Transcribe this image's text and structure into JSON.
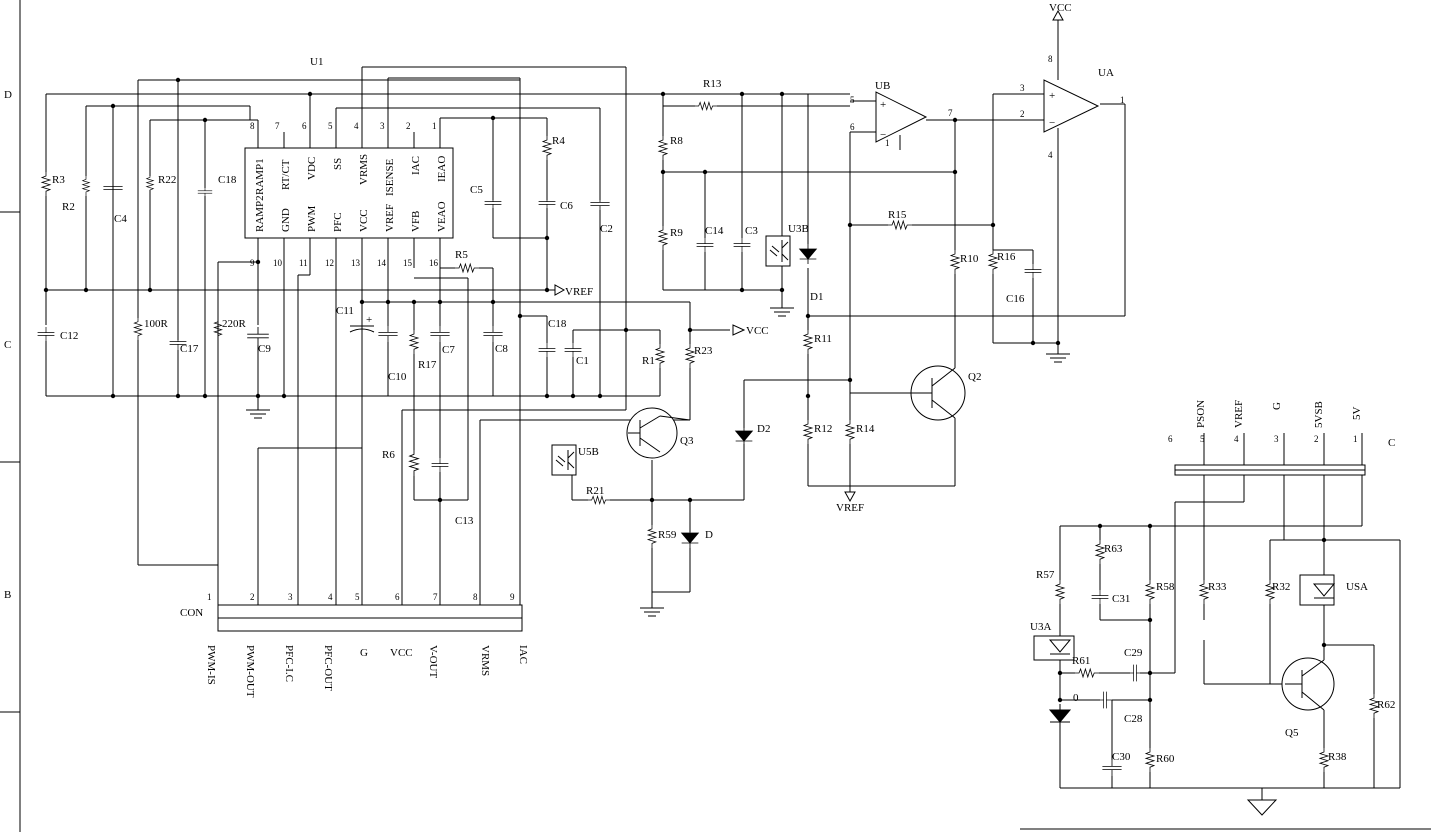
{
  "frame": {
    "zones": [
      "D",
      "C",
      "B"
    ]
  },
  "u1": {
    "ref": "U1",
    "top_pins": [
      "8",
      "7",
      "6",
      "5",
      "4",
      "3",
      "2",
      "1"
    ],
    "top_names": [
      "RAMP2",
      "RAMP1",
      "RT/CT",
      "VDC",
      "SS",
      "VRMS",
      "ISENSE",
      "IAC",
      "IEAO"
    ],
    "bottom_names": [
      "RAMP2",
      "GND",
      "PWM",
      "PFC",
      "VCC",
      "VREF",
      "VFB",
      "VEAO"
    ],
    "bottom_pins": [
      "9",
      "10",
      "11",
      "12",
      "13",
      "14",
      "15",
      "16"
    ]
  },
  "ub": {
    "ref": "UB",
    "pins": [
      "5",
      "6",
      "7",
      "1"
    ]
  },
  "ua": {
    "ref": "UA",
    "pins": [
      "3",
      "2",
      "8",
      "4",
      "1"
    ]
  },
  "resistors": {
    "r3": "R3",
    "r2": "R2",
    "r22": "R22",
    "r100": "100R",
    "r220": "220R",
    "r4": "R4",
    "r5": "R5",
    "r6": "R6",
    "r17": "R17",
    "r13": "R13",
    "r8": "R8",
    "r9": "R9",
    "r15": "R15",
    "r10": "R10",
    "r16": "R16",
    "r11": "R11",
    "r12": "R12",
    "r14": "R14",
    "r1": "R1",
    "r23": "R23",
    "r21": "R21",
    "r59": "R59",
    "r57": "R57",
    "r63": "R63",
    "r58": "R58",
    "r33": "R33",
    "r32": "R32",
    "r61": "R61",
    "r60": "R60",
    "r62": "R62",
    "r38": "R38"
  },
  "capacitors": {
    "c4": "C4",
    "c18a": "C18",
    "c12": "C12",
    "c17": "C17",
    "c9": "C9",
    "c11": "C11",
    "c10": "C10",
    "c7": "C7",
    "c8": "C8",
    "c13": "C13",
    "c5": "C5",
    "c6": "C6",
    "c2": "C2",
    "c18b": "C18",
    "c1": "C1",
    "c14": "C14",
    "c3": "C3",
    "c16": "C16",
    "c31": "C31",
    "c29": "C29",
    "c28": "C28",
    "c30": "C30"
  },
  "semis": {
    "u3b": "U3B",
    "d1": "D1",
    "q2": "Q2",
    "q3": "Q3",
    "d2": "D2",
    "u5b": "U5B",
    "d": "D",
    "u3a": "U3A",
    "usa": "USA",
    "q5": "Q5",
    "d0": "0"
  },
  "nets": {
    "vcc": "VCC",
    "vref": "VREF",
    "plus": "+",
    "minus": "−"
  },
  "con": {
    "ref": "CON",
    "pins": [
      "1",
      "2",
      "3",
      "4",
      "5",
      "6",
      "7",
      "8",
      "9"
    ],
    "signals": [
      "PWM-IS",
      "PWM-OUT",
      "PFC-I.C",
      "PFC-OUT",
      "G",
      "VCC",
      "V-OUT",
      "VRMS",
      "IAC"
    ]
  },
  "connector2": {
    "ref": "C",
    "pins": [
      "6",
      "5",
      "4",
      "3",
      "2",
      "1"
    ],
    "signals": [
      "PSON",
      "VREF",
      "G",
      "5VSB",
      "5V"
    ]
  }
}
